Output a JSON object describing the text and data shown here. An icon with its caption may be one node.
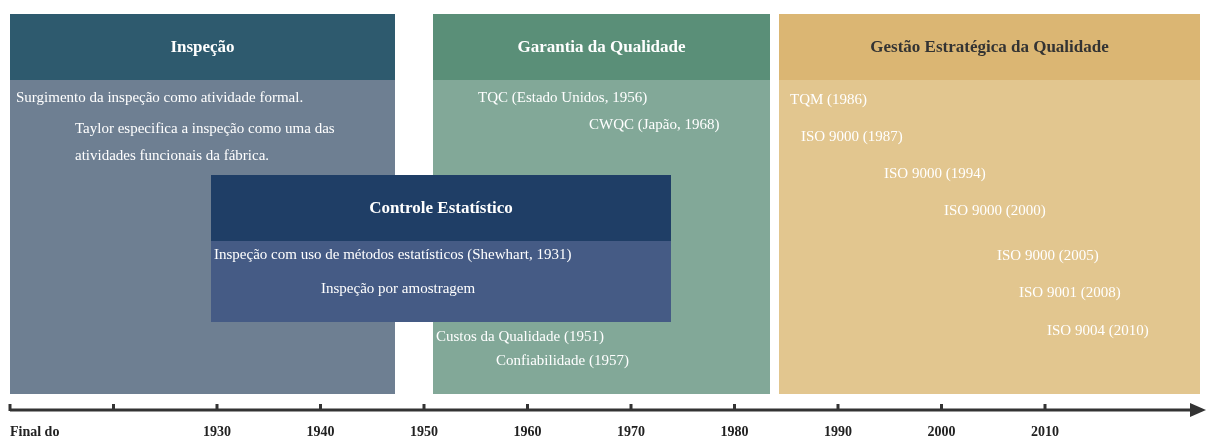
{
  "diagram": {
    "nodes": [
      {
        "text": [
          "Inspeção",
          "Surgimento da inspeção como atividade formal.",
          "Taylor especifica a inspeção como uma das atividades funcionais da fábrica."
        ]
      },
      {
        "text": [
          "Garantia da Qualidade",
          "TQC (Estado Unidos, 1956)",
          "CWQC (Japão, 1968)",
          "Custos da Qualidade (1951)",
          "Confiabilidade (1957)"
        ]
      },
      {
        "text": [
          "Gestão Estratégica da Qualidade",
          "TQM (1986)",
          "ISO 9000 (1987)",
          "ISO 9000 (1994)",
          "ISO 9000 (2000)",
          "ISO 9000 (2005)",
          "ISO 9001 (2008)",
          "ISO 9004 (2010)"
        ]
      },
      {
        "text": [
          "Controle Estatístico",
          "Inspeção com uso de métodos estatísticos (Shewhart, 1931)",
          "Inspeção por amostragem"
        ]
      }
    ],
    "labels": [
      "Final do",
      "1930",
      "1940",
      "1950",
      "1960",
      "1970",
      "1980",
      "1990",
      "2000",
      "2010"
    ]
  }
}
